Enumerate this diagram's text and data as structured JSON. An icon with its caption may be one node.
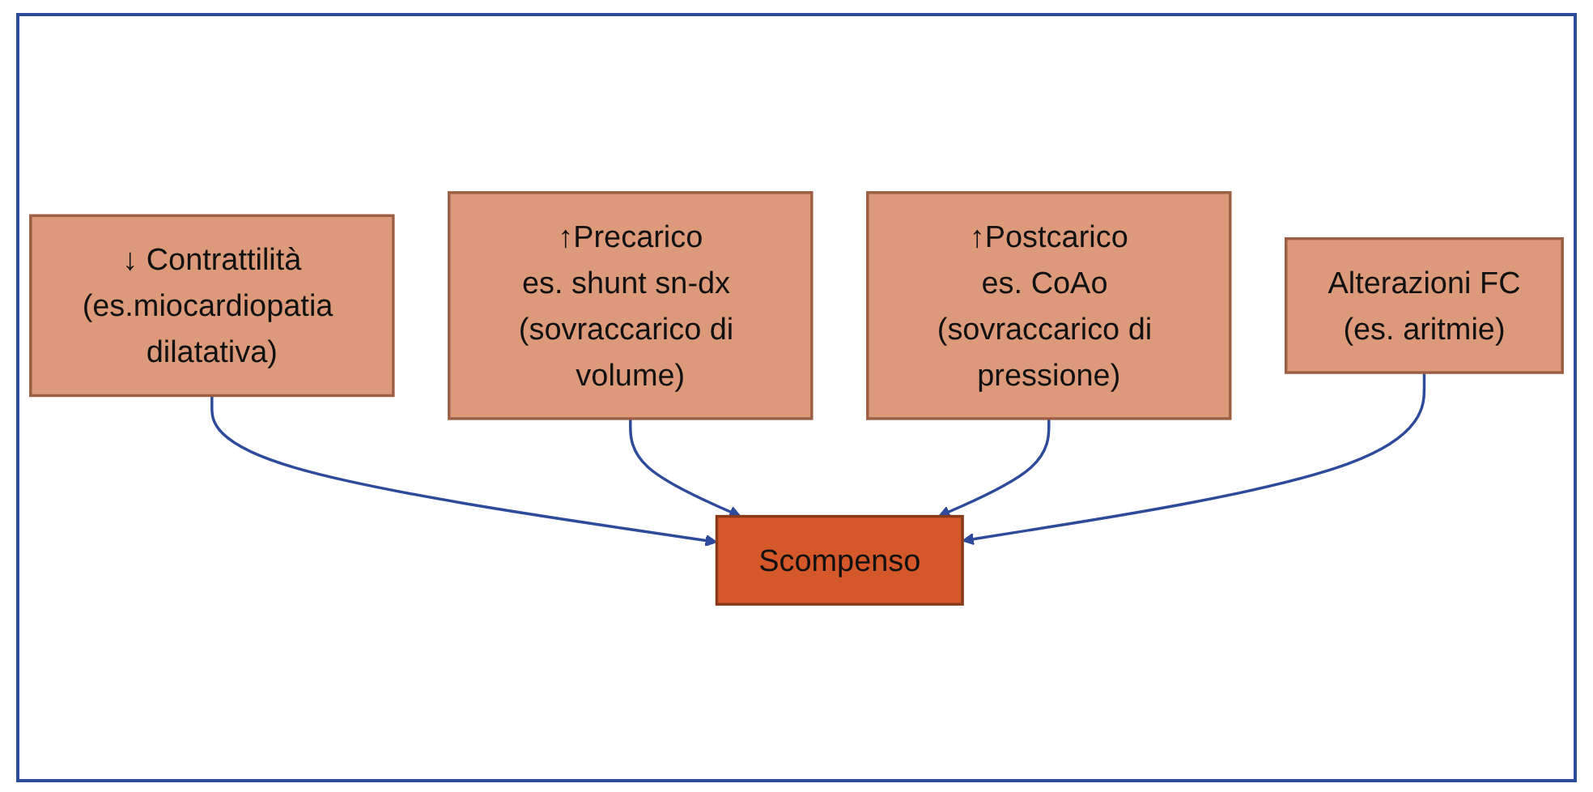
{
  "diagram": {
    "nodes": [
      {
        "text": [
          "↓ Contrattilità",
          "(es.miocardiopatia dilatativa)"
        ]
      },
      {
        "text": [
          "↑Precarico",
          "es. shunt sn-dx (sovraccarico di volume)"
        ]
      },
      {
        "text": [
          "Scompenso"
        ]
      },
      {
        "text": [
          "↑Postcarico",
          "es. CoAo (sovraccarico di pressione)"
        ]
      },
      {
        "text": [
          "Alterazioni FC",
          "(es. aritmie)"
        ]
      }
    ],
    "edges": [
      {
        "from": 0,
        "to": 2,
        "arrow": "to"
      },
      {
        "from": 1,
        "to": 2,
        "arrow": "to"
      },
      {
        "from": 3,
        "to": 2,
        "arrow": "to"
      },
      {
        "from": 4,
        "to": 2,
        "arrow": "to"
      }
    ]
  }
}
